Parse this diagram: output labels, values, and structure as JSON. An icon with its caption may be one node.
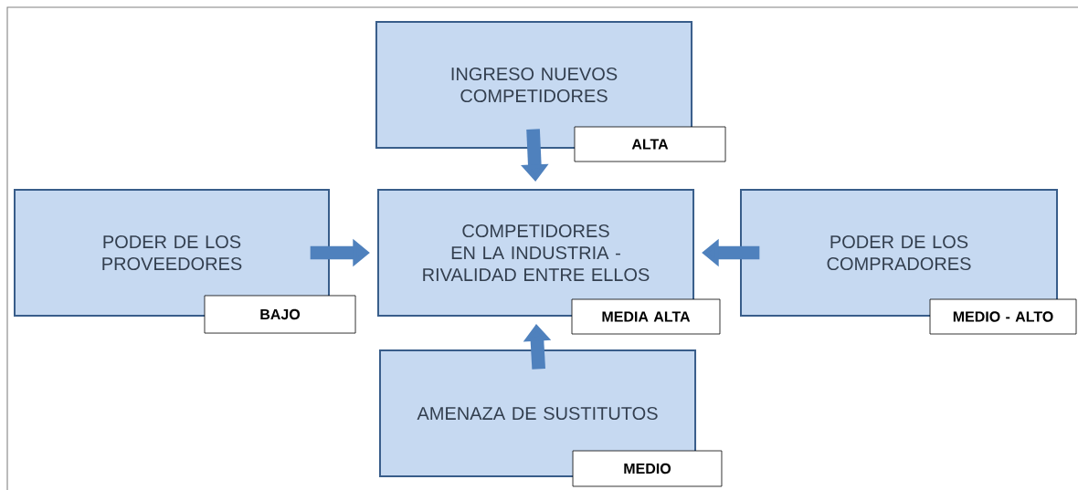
{
  "diagram": {
    "nodes": [
      {
        "text": [
          "INGRESO NUEVOS COMPETIDORES"
        ]
      },
      {
        "text": [
          "ALTA"
        ]
      },
      {
        "text": [
          "PODER DE LOS PROVEEDORES"
        ]
      },
      {
        "text": [
          "COMPETIDORES EN LA INDUSTRIA - RIVALIDAD ENTRE ELLOS"
        ]
      },
      {
        "text": [
          "PODER DE LOS COMPRADORES"
        ]
      },
      {
        "text": [
          "BAJO"
        ]
      },
      {
        "text": [
          "MEDIA ALTA"
        ]
      },
      {
        "text": [
          "MEDIO - ALTO"
        ]
      },
      {
        "text": [
          "AMENAZA DE SUSTITUTOS"
        ]
      },
      {
        "text": [
          "MEDIO"
        ]
      }
    ],
    "edges": [
      {
        "from": 0,
        "to": 3,
        "arrow": "to"
      },
      {
        "from": 2,
        "to": 3,
        "arrow": "to"
      },
      {
        "from": 4,
        "to": 3,
        "arrow": "to"
      },
      {
        "from": 8,
        "to": 3,
        "arrow": "to"
      }
    ]
  }
}
